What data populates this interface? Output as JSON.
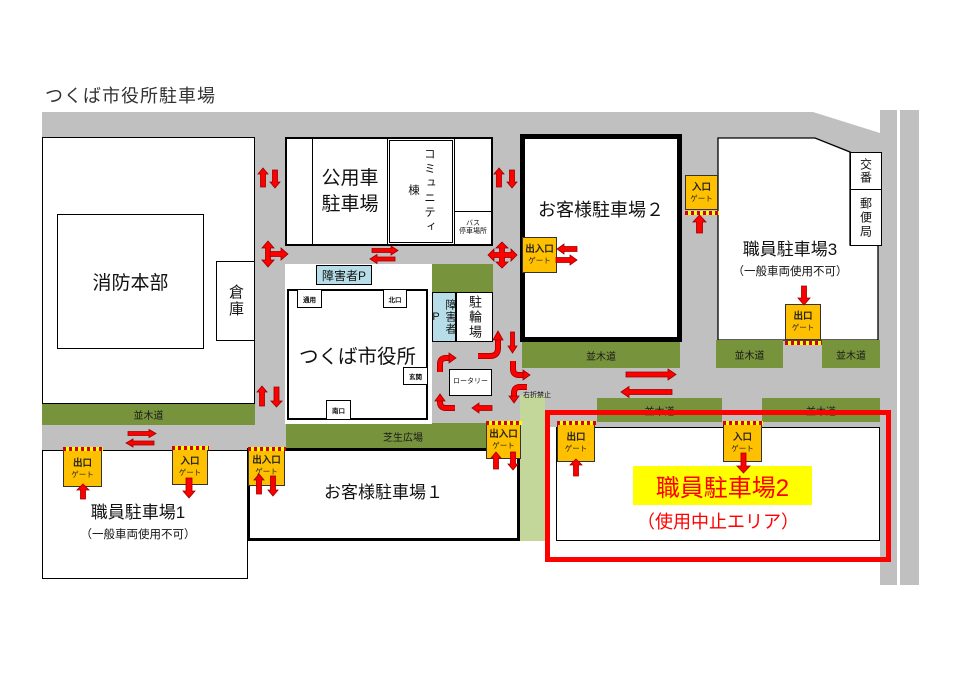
{
  "title": "つくば市役所駐車場",
  "colors": {
    "road": "#c0c0c0",
    "tree_strip": "#77933c",
    "lawn_strip": "#c4d79b",
    "gate": "#ffc000",
    "arrow": "#ff0000",
    "closed_border": "#ff0000",
    "closed_highlight": "#ffff00",
    "disabled_parking": "#b7dee8"
  },
  "facilities": {
    "fire_hq": "消防本部",
    "warehouse": "倉庫",
    "official_parking": {
      "line1": "公用車",
      "line2": "駐車場"
    },
    "community_building": "コミュニティ棟",
    "bus_stop": {
      "line1": "バス",
      "line2": "停車場所"
    },
    "city_hall": {
      "name": "つくば市役所",
      "doors": {
        "service": "通用",
        "north": "北口",
        "main_entrance": "玄関",
        "south": "南口"
      }
    },
    "disabled_parking_top": "障害者P",
    "disabled_parking_side": "障害者P",
    "bicycle_parking": "駐輪場",
    "rotary": "ロータリー",
    "police_box": "交番",
    "post_office": "郵便局"
  },
  "green_areas": {
    "tree_strips": [
      "並木道",
      "並木道",
      "並木道",
      "並木道",
      "並木道",
      "並木道"
    ],
    "lawn_plaza": "芝生広場"
  },
  "road_signs": {
    "no_right_turn": "右折禁止"
  },
  "parking_lots": {
    "visitor_1": {
      "name": "お客様駐車場１"
    },
    "visitor_2": {
      "name": "お客様駐車場２"
    },
    "staff_1": {
      "name": "職員駐車場1",
      "note": "（一般車両使用不可）"
    },
    "staff_2": {
      "name": "職員駐車場2",
      "note": "（使用中止エリア）"
    },
    "staff_3": {
      "name": "職員駐車場3",
      "note": "（一般車両使用不可）"
    }
  },
  "gates": [
    {
      "line1": "出入口",
      "line2": "ゲート"
    },
    {
      "line1": "入口",
      "line2": "ゲート"
    },
    {
      "line1": "出口",
      "line2": "ゲート"
    },
    {
      "line1": "出口",
      "line2": "ゲート"
    },
    {
      "line1": "入口",
      "line2": "ゲート"
    },
    {
      "line1": "出入口",
      "line2": "ゲート"
    },
    {
      "line1": "出入口",
      "line2": "ゲート"
    },
    {
      "line1": "出口",
      "line2": "ゲート"
    },
    {
      "line1": "入口",
      "line2": "ゲート"
    }
  ]
}
